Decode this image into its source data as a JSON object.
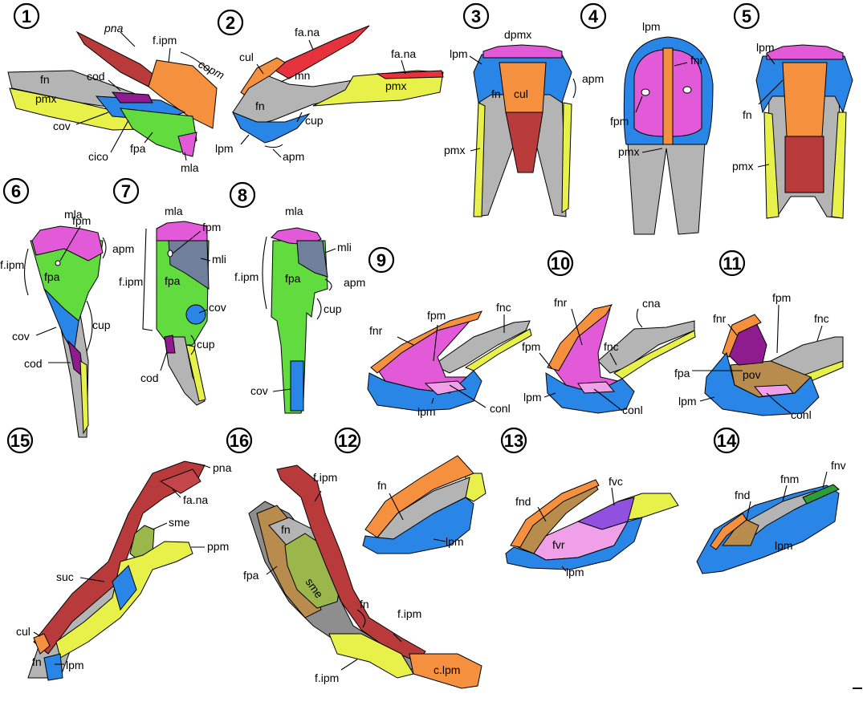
{
  "colors": {
    "grey": "#b4b4b4",
    "orange": "#f5913e",
    "yellow": "#e8f04a",
    "blue": "#2a86e6",
    "green": "#62db3f",
    "magenta": "#e25ad8",
    "purple": "#8e1c8e",
    "red": "#e6323c",
    "darkred": "#b83a3a",
    "slate": "#6f7f9c",
    "brown": "#b88c4c",
    "olive": "#9bb64a",
    "violet": "#9150e0",
    "pink": "#f0a0e8",
    "darkgreen": "#2f9b3a"
  },
  "panels": [
    {
      "number": "1",
      "labels": [
        "pna",
        "f.ipm",
        "copm",
        "cod",
        "fn",
        "pmx",
        "cov",
        "cico",
        "fpa",
        "mla"
      ]
    },
    {
      "number": "2",
      "labels": [
        "fa.na",
        "cul",
        "mn",
        "fa.na",
        "pmx",
        "fn",
        "cup",
        "lpm",
        "apm"
      ]
    },
    {
      "number": "3",
      "labels": [
        "dpmx",
        "lpm",
        "apm",
        "fn",
        "cul",
        "pmx"
      ]
    },
    {
      "number": "4",
      "labels": [
        "lpm",
        "fnr",
        "fpm",
        "pmx"
      ]
    },
    {
      "number": "5",
      "labels": [
        "lpm",
        "fn",
        "pmx"
      ]
    },
    {
      "number": "6",
      "labels": [
        "mla",
        "fpm",
        "apm",
        "f.ipm",
        "fpa",
        "cup",
        "cov",
        "cod"
      ]
    },
    {
      "number": "7",
      "labels": [
        "mla",
        "fpm",
        "mli",
        "f.ipm",
        "fpa",
        "cov",
        "cup",
        "cod"
      ]
    },
    {
      "number": "8",
      "labels": [
        "mla",
        "mli",
        "f.ipm",
        "fpa",
        "apm",
        "cup",
        "cov"
      ]
    },
    {
      "number": "9",
      "labels": [
        "fpm",
        "fnc",
        "fnr",
        "lpm",
        "conl"
      ]
    },
    {
      "number": "10",
      "labels": [
        "fnr",
        "cna",
        "fpm",
        "fnc",
        "lpm",
        "conl"
      ]
    },
    {
      "number": "11",
      "labels": [
        "fpm",
        "fnr",
        "fnc",
        "fpa",
        "pov",
        "lpm",
        "conl"
      ]
    },
    {
      "number": "12",
      "labels": [
        "fn",
        "lpm"
      ]
    },
    {
      "number": "13",
      "labels": [
        "fvc",
        "fnd",
        "fvr",
        "lpm"
      ]
    },
    {
      "number": "14",
      "labels": [
        "fnv",
        "fnm",
        "fnd",
        "lpm"
      ]
    },
    {
      "number": "15",
      "labels": [
        "pna",
        "fa.na",
        "sme",
        "ppm",
        "suc",
        "cul",
        "fn",
        "lpm"
      ]
    },
    {
      "number": "16",
      "labels": [
        "f.ipm",
        "fn",
        "fpa",
        "sme",
        "fn",
        "f.ipm",
        "c.lpm",
        "f.ipm"
      ]
    }
  ]
}
